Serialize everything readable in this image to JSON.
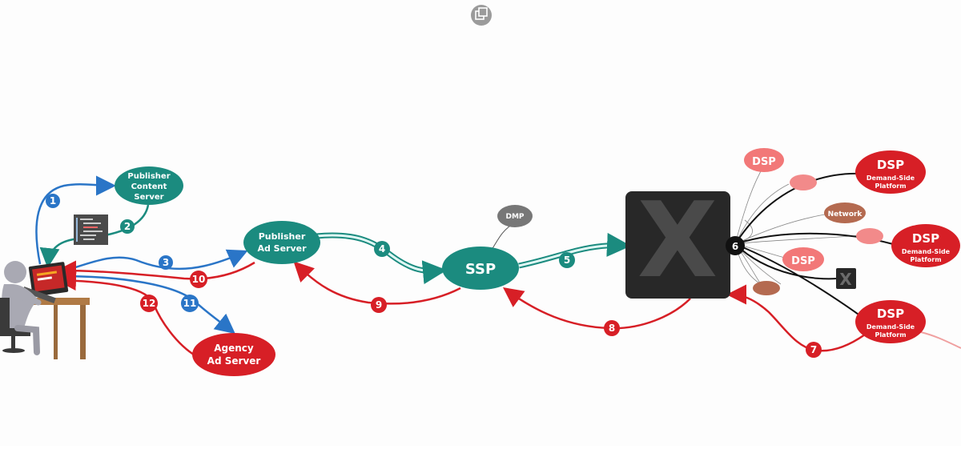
{
  "colors": {
    "teal": "#1b8b7f",
    "red": "#d71f26",
    "blue": "#2a75c7",
    "pink": "#f27878",
    "brown": "#b46a50",
    "grey": "#7a7a7a",
    "exchange": "#282828"
  },
  "toolbar": {
    "copy_icon": "copy-icon"
  },
  "nodes": {
    "publisher_content_server": {
      "line1": "Publisher",
      "line2": "Content",
      "line3": "Server"
    },
    "publisher_ad_server": {
      "line1": "Publisher",
      "line2": "Ad Server"
    },
    "ssp": {
      "label": "SSP"
    },
    "dmp": {
      "label": "DMP"
    },
    "exchange": {
      "label": "X"
    },
    "agency_ad_server": {
      "line1": "Agency",
      "line2": "Ad Server"
    },
    "dsp_faded_top": {
      "label": "DSP"
    },
    "dsp_faded_mid": {
      "label": "DSP"
    },
    "network": {
      "label": "Network"
    },
    "small_exchange": {
      "label": "X"
    },
    "dsp_1": {
      "title": "DSP",
      "sub1": "Demand-Side",
      "sub2": "Platform"
    },
    "dsp_2": {
      "title": "DSP",
      "sub1": "Demand-Side",
      "sub2": "Platform"
    },
    "dsp_3": {
      "title": "DSP",
      "sub1": "Demand-Side",
      "sub2": "Platform"
    }
  },
  "steps": [
    "1",
    "2",
    "3",
    "4",
    "5",
    "6",
    "7",
    "8",
    "9",
    "10",
    "11",
    "12"
  ]
}
